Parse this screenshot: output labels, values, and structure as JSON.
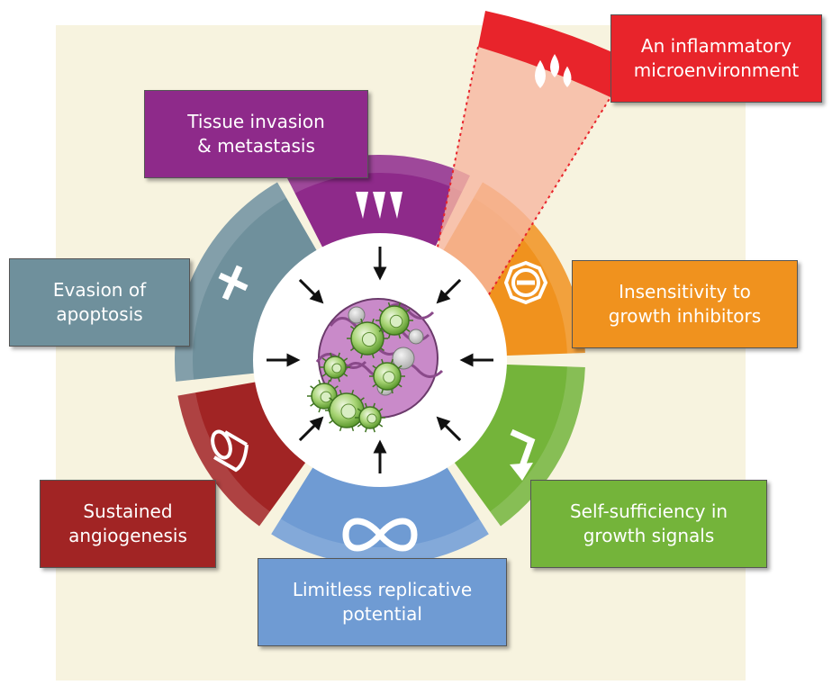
{
  "diagram": {
    "labels": {
      "inflammation": {
        "line1": "An inflammatory",
        "line2": "microenvironment"
      },
      "invasion": {
        "line1": "Tissue invasion",
        "line2": "& metastasis"
      },
      "apoptosis": {
        "line1": "Evasion of",
        "line2": "apoptosis"
      },
      "inhibitors": {
        "line1": "Insensitivity to",
        "line2": "growth inhibitors"
      },
      "angiogenesis": {
        "line1": "Sustained",
        "line2": "angiogenesis"
      },
      "growth_signals": {
        "line1": "Self-sufficiency in",
        "line2": "growth signals"
      },
      "replicative": {
        "line1": "Limitless replicative",
        "line2": "potential"
      }
    },
    "icons": {
      "inflammation": "flame-drops-icon",
      "invasion": "spikes-icon",
      "apoptosis": "dagger-cross-icon",
      "inhibitors": "no-entry-icon",
      "angiogenesis": "vessel-tube-icon",
      "growth_signals": "bent-arrow-icon",
      "replicative": "infinity-icon"
    },
    "colors": {
      "background": "#f7f3df",
      "inflammation": "#e8242b",
      "inflammation_wedge": "#f6b6a0",
      "invasion": "#8e2a8a",
      "apoptosis": "#6f909c",
      "inhibitors": "#f0921e",
      "angiogenesis": "#a12424",
      "growth_signals": "#74b43a",
      "replicative": "#6f9bd3",
      "cell_cluster": "#c98ac9",
      "tumor_cell": "#9bd06a"
    }
  }
}
